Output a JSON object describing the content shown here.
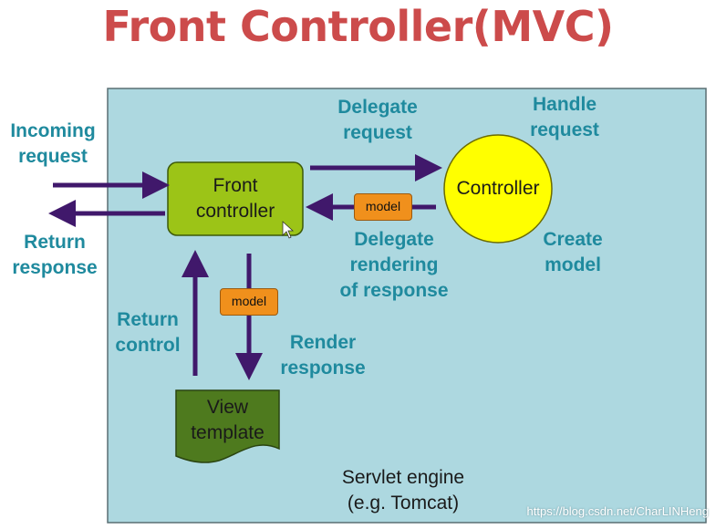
{
  "title": "Front Controller(MVC)",
  "colors": {
    "title": "#cc4b4b",
    "engine_bg": "#add8e0",
    "front_controller_fill": "#9cc417",
    "controller_fill": "#ffff00",
    "view_template_fill": "#4e7a1e",
    "arrow": "#40186b",
    "model_badge": "#f0901c",
    "label_text": "#1f8a9e"
  },
  "nodes": {
    "front_controller": "Front\ncontroller",
    "controller": "Controller",
    "view_template": "View\ntemplate",
    "engine": "Servlet engine\n(e.g. Tomcat)"
  },
  "badges": {
    "model_controller": "model",
    "model_view": "model"
  },
  "labels": {
    "incoming_request": "Incoming\nrequest",
    "return_response": "Return\nresponse",
    "delegate_request": "Delegate\nrequest",
    "handle_request": "Handle\nrequest",
    "delegate_rendering": "Delegate\nrendering\nof response",
    "create_model": "Create\nmodel",
    "return_control": "Return\ncontrol",
    "render_response": "Render\nresponse"
  },
  "watermark": "https://blog.csdn.net/CharLINHeng"
}
